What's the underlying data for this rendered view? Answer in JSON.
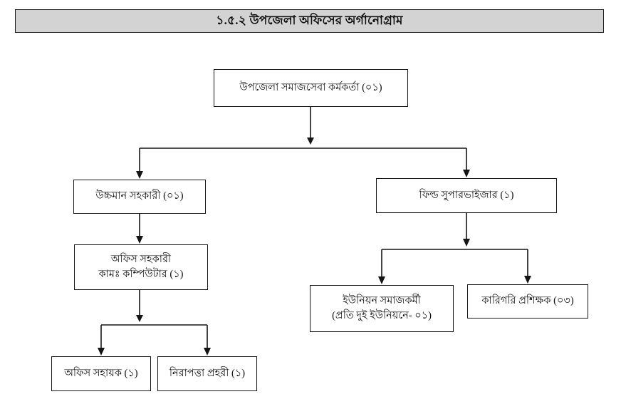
{
  "page": {
    "title": "১.৫.২ উপজেলা অফিসের অর্গানোগ্রাম",
    "background_color": "#ffffff",
    "banner_color": "#d3d3d3",
    "line_color": "#151515"
  },
  "chart_data": {
    "type": "diagram",
    "subtype": "organogram",
    "title": "১.৫.২ উপজেলা অফিসের অর্গানোগ্রাম",
    "orientation": "top-down",
    "nodes": [
      {
        "id": "upazila-officer",
        "level": 0,
        "lines": [
          "উপজেলা সমাজসেবা কর্মকর্তা   (০১)"
        ],
        "count": "০১"
      },
      {
        "id": "ucchoman-shohokari",
        "level": 1,
        "lines": [
          "উচ্চমান সহকারী (০১)"
        ],
        "count": "০১"
      },
      {
        "id": "field-supervisor",
        "level": 1,
        "lines": [
          "ফিল্ড সুপারভাইজার (১)"
        ],
        "count": "১"
      },
      {
        "id": "office-assistant",
        "level": 2,
        "lines": [
          "অফিস সহকারী",
          "কামঃ কম্পিউটার (১)"
        ],
        "count": "১"
      },
      {
        "id": "union-social-worker",
        "level": 2,
        "lines": [
          "ইউনিয়ন সমাজকর্মী",
          "(প্রতি দুই ইউনিয়নে- ০১)"
        ],
        "count": "০১"
      },
      {
        "id": "technical-instructor",
        "level": 2,
        "lines": [
          "কারিগরি প্রশিক্ষক (০৩)"
        ],
        "count": "০৩"
      },
      {
        "id": "office-helper",
        "level": 3,
        "lines": [
          "অফিস সহায়ক (১)"
        ],
        "count": "১"
      },
      {
        "id": "security-guard",
        "level": 3,
        "lines": [
          "নিরাপত্তা প্রহরী (১)"
        ],
        "count": "১"
      }
    ],
    "edges": [
      {
        "from": "upazila-officer",
        "to": "ucchoman-shohokari",
        "arrow": true
      },
      {
        "from": "upazila-officer",
        "to": "field-supervisor",
        "arrow": true
      },
      {
        "from": "ucchoman-shohokari",
        "to": "office-assistant",
        "arrow": true
      },
      {
        "from": "field-supervisor",
        "to": "union-social-worker",
        "arrow": true
      },
      {
        "from": "field-supervisor",
        "to": "technical-instructor",
        "arrow": true
      },
      {
        "from": "office-assistant",
        "to": "office-helper",
        "arrow": true
      },
      {
        "from": "office-assistant",
        "to": "security-guard",
        "arrow": true
      }
    ]
  }
}
